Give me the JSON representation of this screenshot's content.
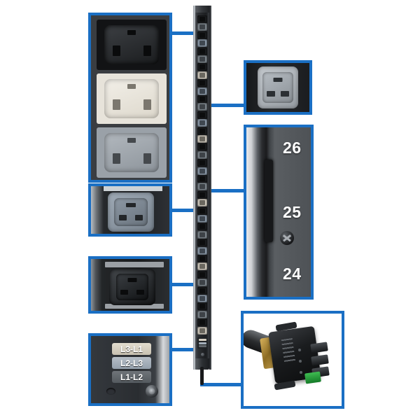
{
  "product": {
    "name": "3-Phase vertical rack PDU",
    "accent_color": "#1a6fc4",
    "body_color": "#232528"
  },
  "callouts": {
    "c13_outlets": {
      "name": "C13 outlet group",
      "slots": [
        {
          "label": "C13 black outlet",
          "phase": "L1-L2",
          "color": "#121315"
        },
        {
          "label": "C13 white outlet",
          "phase": "L3-L1",
          "color": "#e7e3da"
        },
        {
          "label": "C13 gray outlet",
          "phase": "L2-L3",
          "color": "#9aa1a8"
        }
      ]
    },
    "c19_gray": {
      "name": "C19 gray outlet",
      "color": "#b2b8be"
    },
    "c19_blue": {
      "name": "C19 blue-gray outlet",
      "color": "#93a0ad"
    },
    "c19_black": {
      "name": "C19 black outlet",
      "color": "#2a2d30"
    },
    "numbering": {
      "name": "Outlet numbering detail",
      "numbers": [
        "26",
        "25",
        "24"
      ],
      "screw": "phillips-screw"
    },
    "phase_labels": {
      "name": "Phase label detail",
      "tags": [
        {
          "text": "L3-L1",
          "color": "#d5cec0"
        },
        {
          "text": "L2-L3",
          "color": "#a5b0bb"
        },
        {
          "text": "L1-L2",
          "color": "#62676c"
        }
      ]
    },
    "plug": {
      "name": "Input plug connector",
      "type": "locking plug",
      "ground_color": "#2aa23c"
    }
  },
  "strip": {
    "receptacle_sequence": [
      "dark",
      "gray",
      "dark",
      "blue",
      "dark",
      "gray",
      "dark",
      "white",
      "dark",
      "blue",
      "dark",
      "gray",
      "dark",
      "blue",
      "dark",
      "white",
      "dark",
      "gray",
      "dark",
      "blue",
      "dark",
      "gray",
      "dark",
      "white",
      "dark",
      "blue",
      "dark",
      "gray",
      "dark",
      "blue",
      "dark",
      "white",
      "dark",
      "gray",
      "dark",
      "blue",
      "dark",
      "gray",
      "dark",
      "white"
    ]
  }
}
